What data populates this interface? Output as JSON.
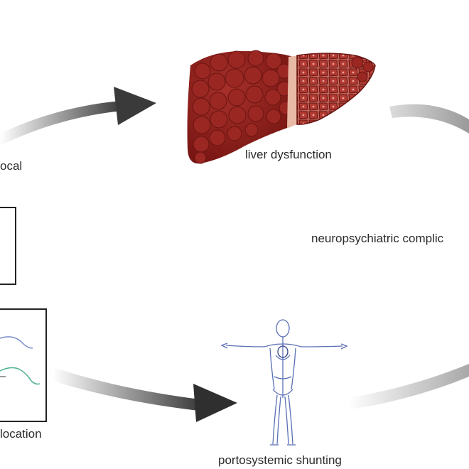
{
  "labels": {
    "top_left": "ocal",
    "liver": "liver dysfunction",
    "right_middle": "neuropsychiatric complic",
    "bottom_left": "location",
    "bottom_center": "portosystemic shunting"
  },
  "icons": [
    "liver-illustration-icon",
    "human-vascular-system-icon",
    "left-curved-arrow-icon",
    "right-curved-arrow-icon"
  ],
  "colors": {
    "liver_dark": "#8e1d18",
    "liver_light": "#c2574e",
    "arrow_dark": "#3a3a3a",
    "vessel": "#5a6fb5",
    "plot_blue": "#7f94cc",
    "plot_green": "#53b48e"
  }
}
